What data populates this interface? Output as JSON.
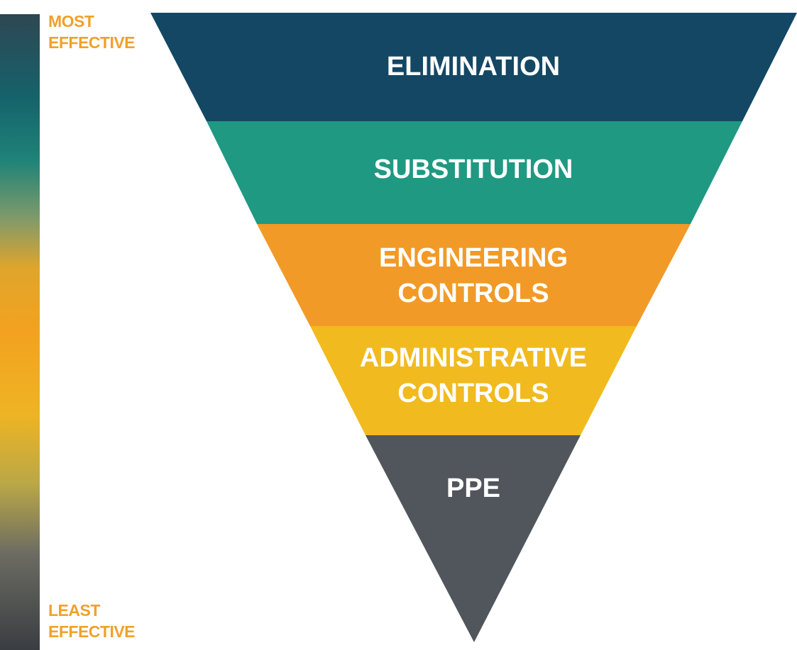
{
  "scale": {
    "top_line1": "MOST",
    "top_line2": "EFFECTIVE",
    "bottom_line1": "LEAST",
    "bottom_line2": "EFFECTIVE"
  },
  "levels": [
    {
      "line1": "ELIMINATION",
      "line2": "",
      "color": "#134764"
    },
    {
      "line1": "SUBSTITUTION",
      "line2": "",
      "color": "#1f9982"
    },
    {
      "line1": "ENGINEERING",
      "line2": "CONTROLS",
      "color": "#f29a27"
    },
    {
      "line1": "ADMINISTRATIVE",
      "line2": "CONTROLS",
      "color": "#f1ba1e"
    },
    {
      "line1": "PPE",
      "line2": "",
      "color": "#50565b"
    }
  ]
}
